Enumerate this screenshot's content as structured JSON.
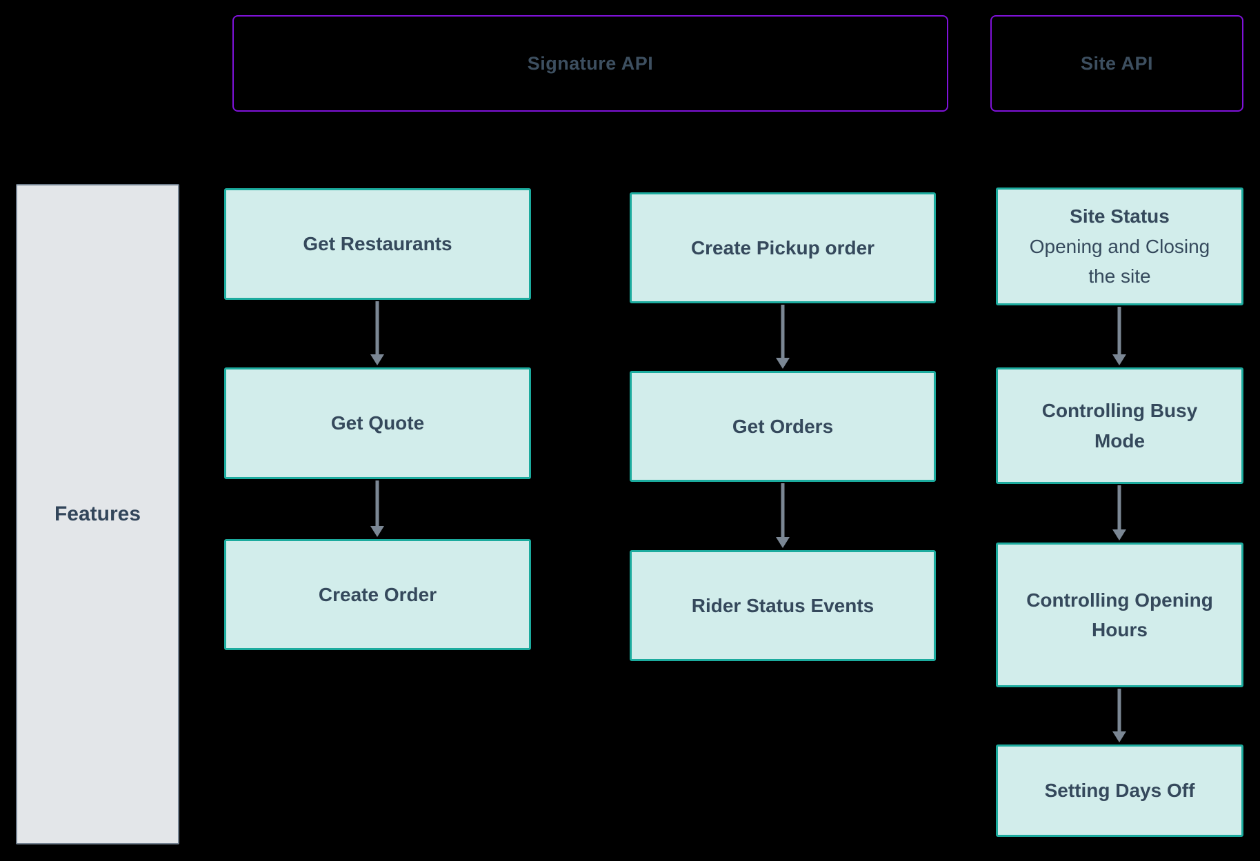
{
  "headers": [
    {
      "label": "Signature API"
    },
    {
      "label": "Site API"
    }
  ],
  "features": {
    "label": "Features"
  },
  "columns": [
    {
      "group": "Signature API",
      "boxes": [
        {
          "title": "Get Restaurants"
        },
        {
          "title": "Get Quote"
        },
        {
          "title": "Create Order"
        }
      ]
    },
    {
      "group": "Signature API",
      "boxes": [
        {
          "title": "Create Pickup order"
        },
        {
          "title": "Get Orders"
        },
        {
          "title": "Rider Status Events"
        }
      ]
    },
    {
      "group": "Site API",
      "boxes": [
        {
          "title": "Site Status",
          "subtitle": "Opening and Closing\nthe site"
        },
        {
          "title": "Controlling Busy\nMode"
        },
        {
          "title": "Controlling Opening\nHours"
        },
        {
          "title": "Setting Days Off"
        }
      ]
    }
  ],
  "colors": {
    "background": "#000000",
    "group_border": "#7f12d9",
    "node_fill": "#d2edeb",
    "node_border": "#1cab9e",
    "features_fill": "#e3e6e9",
    "features_border": "#72808f",
    "arrow": "#7b8794",
    "node_text": "#35495c",
    "header_text": "#3d4f60"
  }
}
